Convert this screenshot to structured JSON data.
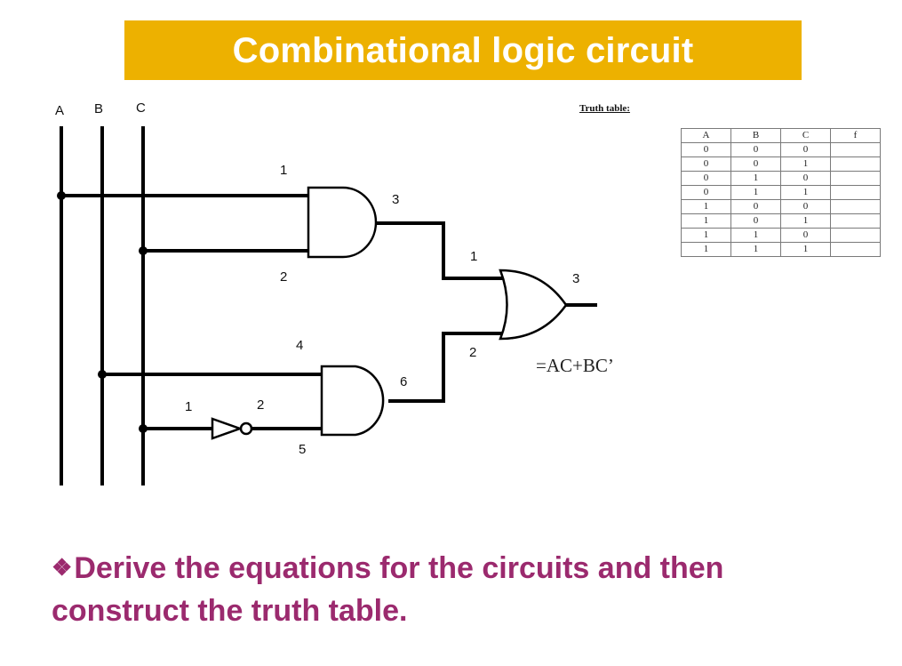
{
  "slide": {
    "title": "Combinational logic circuit",
    "title_bg_color": "#EDB100",
    "title_text_color": "#FFFFFF",
    "question_color": "#9B2A6E"
  },
  "circuit": {
    "inputs": [
      {
        "label": "A"
      },
      {
        "label": "B"
      },
      {
        "label": "C"
      }
    ],
    "and_gate_1": {
      "input_1_label": "1",
      "input_2_label": "2",
      "output_label": "3"
    },
    "and_gate_2": {
      "input_1_label": "4",
      "input_2_label": "5",
      "output_label": "6"
    },
    "not_gate": {
      "input_label": "1",
      "output_label": "2"
    },
    "or_gate": {
      "input_1_label": "1",
      "input_2_label": "2",
      "output_label": "3"
    },
    "expression": "=AC+BC’"
  },
  "truth_table": {
    "caption": "Truth table:",
    "headers": [
      "A",
      "B",
      "C",
      "f"
    ],
    "rows": [
      [
        "0",
        "0",
        "0",
        ""
      ],
      [
        "0",
        "0",
        "1",
        ""
      ],
      [
        "0",
        "1",
        "0",
        ""
      ],
      [
        "0",
        "1",
        "1",
        ""
      ],
      [
        "1",
        "0",
        "0",
        ""
      ],
      [
        "1",
        "0",
        "1",
        ""
      ],
      [
        "1",
        "1",
        "0",
        ""
      ],
      [
        "1",
        "1",
        "1",
        ""
      ]
    ]
  },
  "question": {
    "bullet_icon": "❖",
    "text": "Derive the equations for the circuits and then construct the truth table."
  }
}
